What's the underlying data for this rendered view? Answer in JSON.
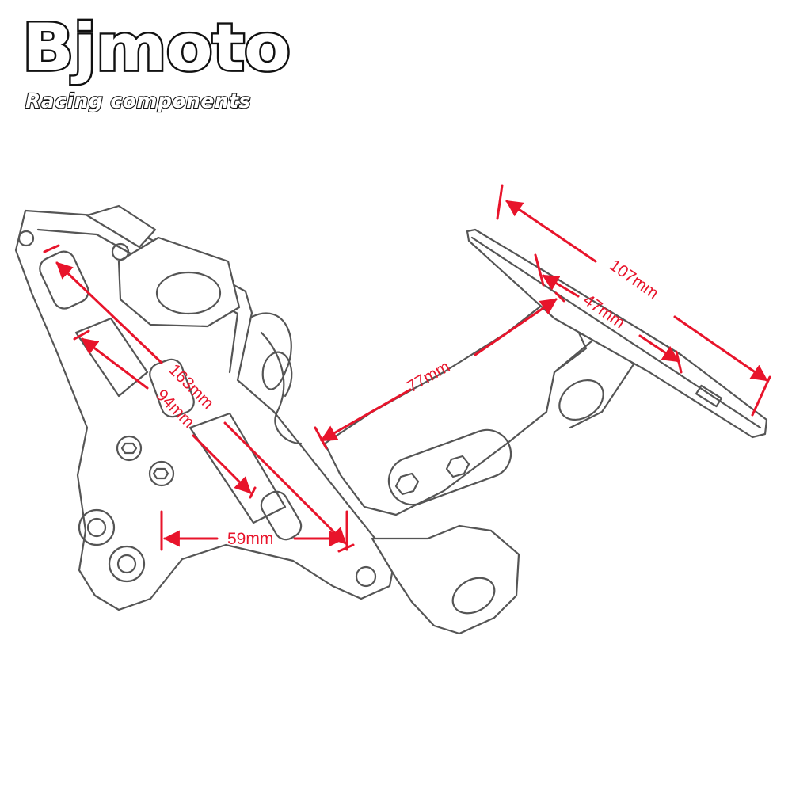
{
  "brand": {
    "name": "Bjmoto",
    "tagline": "Racing components"
  },
  "dimensions": [
    {
      "id": "dim-163",
      "label": "163mm"
    },
    {
      "id": "dim-94",
      "label": "94mm"
    },
    {
      "id": "dim-59",
      "label": "59mm"
    },
    {
      "id": "dim-77",
      "label": "77mm"
    },
    {
      "id": "dim-47",
      "label": "47mm"
    },
    {
      "id": "dim-107",
      "label": "107mm"
    }
  ],
  "colors": {
    "dimension": "#e8142b",
    "outline": "#555555",
    "brand_outline": "#111111",
    "background": "#ffffff"
  }
}
